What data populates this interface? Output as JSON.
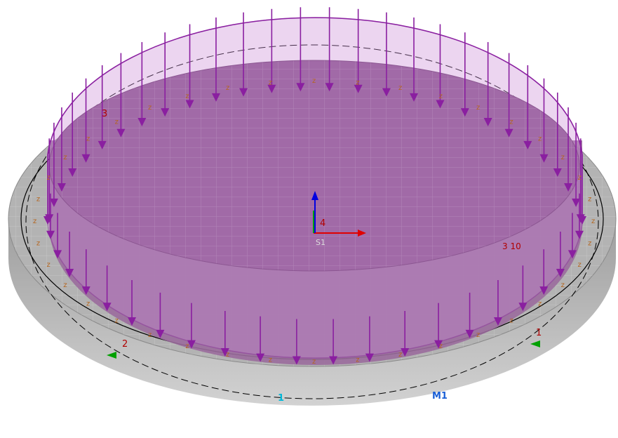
{
  "colors": {
    "background": "#ffffff",
    "slab_top": "#a9a9a9",
    "slab_side": "#c4c4c4",
    "plate_fill": "#8c5a8e",
    "load_fill": "#c98ad6",
    "load_stroke": "#8a1fa0",
    "spring": "#b5651d",
    "axis_x": "#e00000",
    "axis_y": "#00a000",
    "axis_z": "#0000e0",
    "label_red": "#b00000",
    "label_blue": "#1a5fd6",
    "label_cyan": "#00b8d8"
  },
  "viewport": {
    "node_labels": [
      {
        "id": "node-label-3",
        "text": "3"
      },
      {
        "id": "node-label-3-10",
        "text": "3 10"
      },
      {
        "id": "node-label-2",
        "text": "2"
      },
      {
        "id": "node-label-1",
        "text": "1"
      }
    ],
    "axis_label": "4",
    "origin_label": "S1",
    "material_label": "M1",
    "member_label": "1",
    "spring_label": "z",
    "load_arrows_icon": "down-arrow",
    "support_icon": "spring"
  }
}
